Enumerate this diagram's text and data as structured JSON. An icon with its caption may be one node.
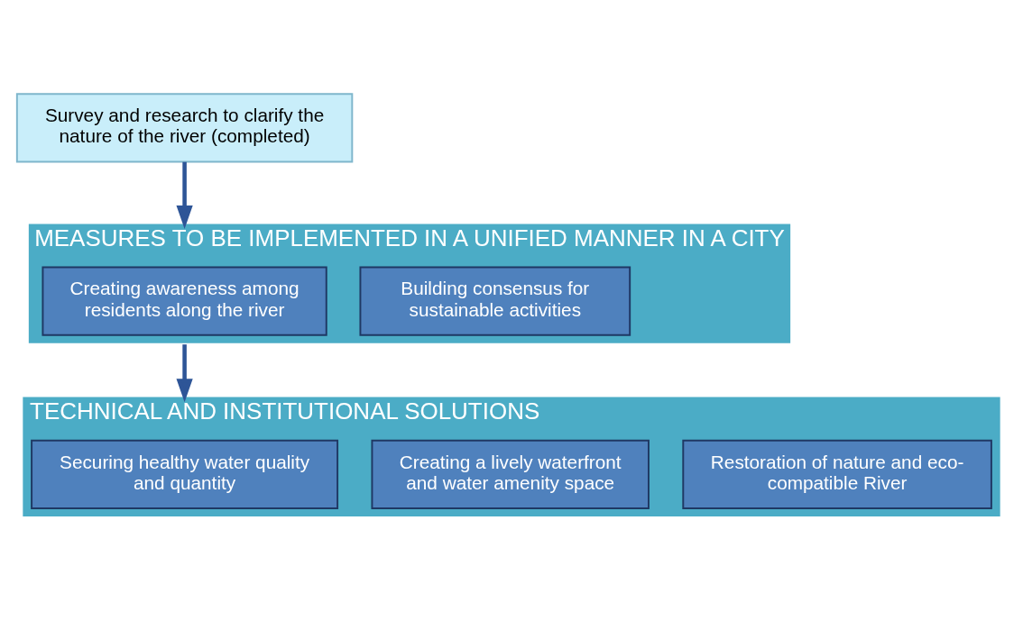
{
  "diagram": {
    "nodes": [
      {
        "text": [
          "Survey and research to clarify the nature of the river (completed)"
        ]
      },
      {
        "text": [
          "MEASURES TO BE IMPLEMENTED IN A UNIFIED MANNER IN A CITY"
        ]
      },
      {
        "text": [
          "Creating awareness among residents along the river"
        ],
        "in": 1
      },
      {
        "text": [
          "Building consensus for sustainable activities"
        ],
        "in": 1
      },
      {
        "text": [
          "TECHNICAL AND INSTITUTIONAL SOLUTIONS"
        ]
      },
      {
        "text": [
          "Securing healthy water quality and quantity"
        ],
        "in": 4
      },
      {
        "text": [
          "Creating a lively waterfront and water amenity space"
        ],
        "in": 4
      },
      {
        "text": [
          "Restoration of nature and eco-compatible River"
        ],
        "in": 4
      }
    ],
    "edges": [
      {
        "from": 0,
        "to": 1,
        "arrow": "to"
      },
      {
        "from": 1,
        "to": 4,
        "arrow": "to"
      }
    ]
  }
}
